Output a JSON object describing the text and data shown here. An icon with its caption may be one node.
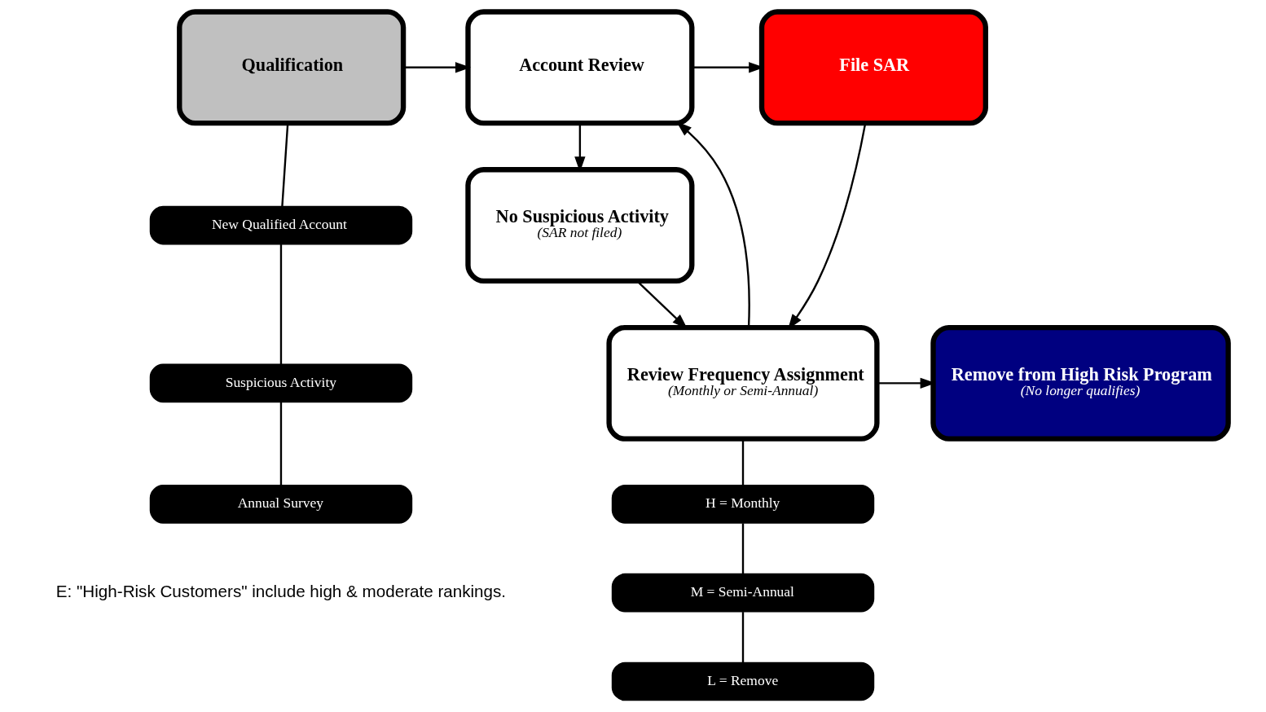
{
  "diagram": {
    "nodes": [
      {
        "text": [
          "Qualification"
        ]
      },
      {
        "text": [
          "New Qualified Account"
        ]
      },
      {
        "text": [
          "Suspicious Activity"
        ]
      },
      {
        "text": [
          "Annual Survey"
        ]
      },
      {
        "text": [
          "Account Review"
        ]
      },
      {
        "text": [
          "File SAR"
        ]
      },
      {
        "text": [
          "No Suspicious Activity",
          "(SAR not filed)"
        ]
      },
      {
        "text": [
          "Review Frequency Assignment",
          "(Monthly or Semi-Annual)"
        ]
      },
      {
        "text": [
          "Remove from High Risk Program",
          "(No longer qualifies)"
        ]
      },
      {
        "text": [
          "H = Monthly"
        ]
      },
      {
        "text": [
          "M = Semi-Annual"
        ]
      },
      {
        "text": [
          "L = Remove"
        ]
      }
    ],
    "edges": [
      {
        "from": 0,
        "to": 4,
        "arrow": "to"
      },
      {
        "from": 4,
        "to": 5,
        "arrow": "to"
      },
      {
        "from": 4,
        "to": 6,
        "arrow": "to"
      },
      {
        "from": 6,
        "to": 7,
        "arrow": "to"
      },
      {
        "from": 5,
        "to": 7,
        "arrow": "to"
      },
      {
        "from": 7,
        "to": 4,
        "arrow": "to"
      },
      {
        "from": 7,
        "to": 8,
        "arrow": "to"
      },
      {
        "from": 0,
        "to": 1,
        "arrow": "none"
      },
      {
        "from": 1,
        "to": 2,
        "arrow": "none"
      },
      {
        "from": 2,
        "to": 3,
        "arrow": "none"
      },
      {
        "from": 7,
        "to": 9,
        "arrow": "none"
      },
      {
        "from": 9,
        "to": 10,
        "arrow": "none"
      },
      {
        "from": 10,
        "to": 11,
        "arrow": "none"
      }
    ],
    "labels": [
      "E: \"High-Risk Customers\" include high & moderate rankings."
    ]
  }
}
